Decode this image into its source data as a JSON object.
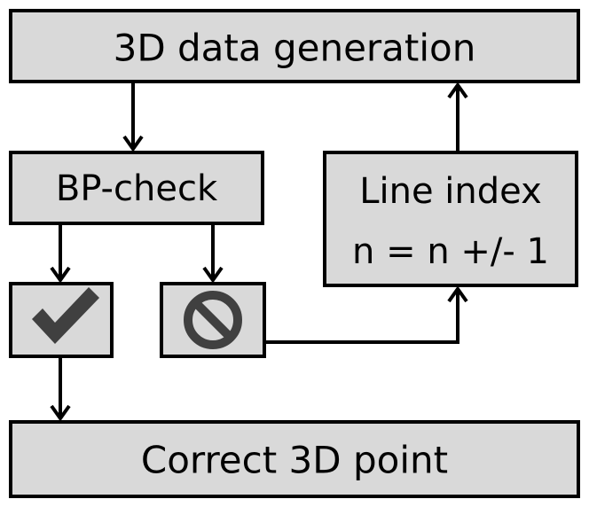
{
  "diagram": {
    "nodes": {
      "generation": {
        "label": "3D data generation"
      },
      "bp_check": {
        "label": "BP-check"
      },
      "line_index": {
        "line1": "Line index",
        "line2": "n = n +/- 1"
      },
      "pass": {
        "icon": "check-icon"
      },
      "fail": {
        "icon": "prohibited-icon"
      },
      "correct": {
        "label": "Correct 3D point"
      }
    },
    "edges": [
      {
        "from": "generation",
        "to": "bp_check"
      },
      {
        "from": "bp_check",
        "to": "pass"
      },
      {
        "from": "bp_check",
        "to": "fail"
      },
      {
        "from": "fail",
        "to": "line_index"
      },
      {
        "from": "line_index",
        "to": "generation"
      },
      {
        "from": "pass",
        "to": "correct"
      }
    ],
    "colors": {
      "box_fill": "#d9d9d9",
      "border": "#000000",
      "icon": "#404040"
    }
  }
}
